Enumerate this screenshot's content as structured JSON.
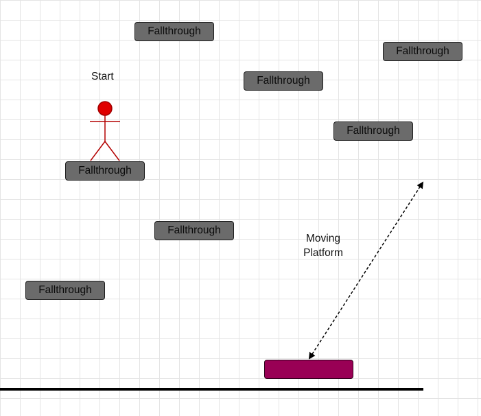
{
  "diagram": {
    "start_label": "Start",
    "platform_label": "Fallthrough",
    "moving_label_line1": "Moving",
    "moving_label_line2": "Platform",
    "platform_count": 7,
    "colors": {
      "platform_fill": "#6b6b6b",
      "moving_platform_fill": "#990055",
      "actor": "#cc0000",
      "ground": "#000000",
      "grid": "#e4e4e4"
    }
  }
}
